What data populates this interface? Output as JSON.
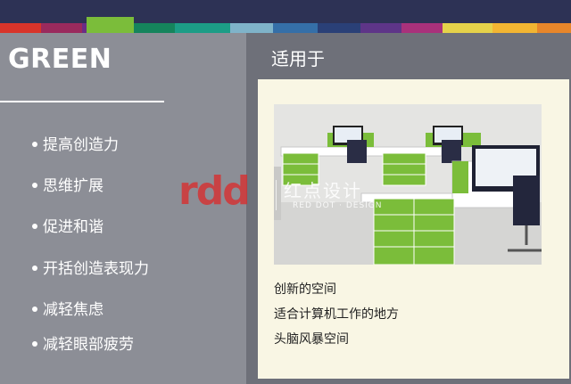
{
  "colors": {
    "header": "#2d3255",
    "left_panel": "#8c8e96",
    "right_panel": "#6e7079",
    "card": "#f9f6e4",
    "accent_green": "#7bbd3a",
    "stripe": [
      "#d8342a",
      "#9a2a5d",
      "#6a2d86",
      "#7bbd3a",
      "#15845c",
      "#1c9d86",
      "#7fb3c9",
      "#356fa8",
      "#2a4077",
      "#5e3588",
      "#a9317b",
      "#e5d24a",
      "#f2b532",
      "#e8862a"
    ]
  },
  "left_panel": {
    "title": "GREEN",
    "bullets": [
      "提高创造力",
      "思维扩展",
      "促进和谐",
      "开括创造表现力",
      "减轻焦虑",
      "减轻眼部疲劳"
    ]
  },
  "right_panel": {
    "title": "适用于",
    "photo": {
      "subject": "green office workstations"
    },
    "descriptions": [
      "创新的空间",
      "适合计算机工作的地方",
      "头脑风暴空间"
    ]
  },
  "watermark": {
    "logo_text": "rdd",
    "chinese": "红点设计",
    "english": "RED DOT · DESIGN"
  }
}
